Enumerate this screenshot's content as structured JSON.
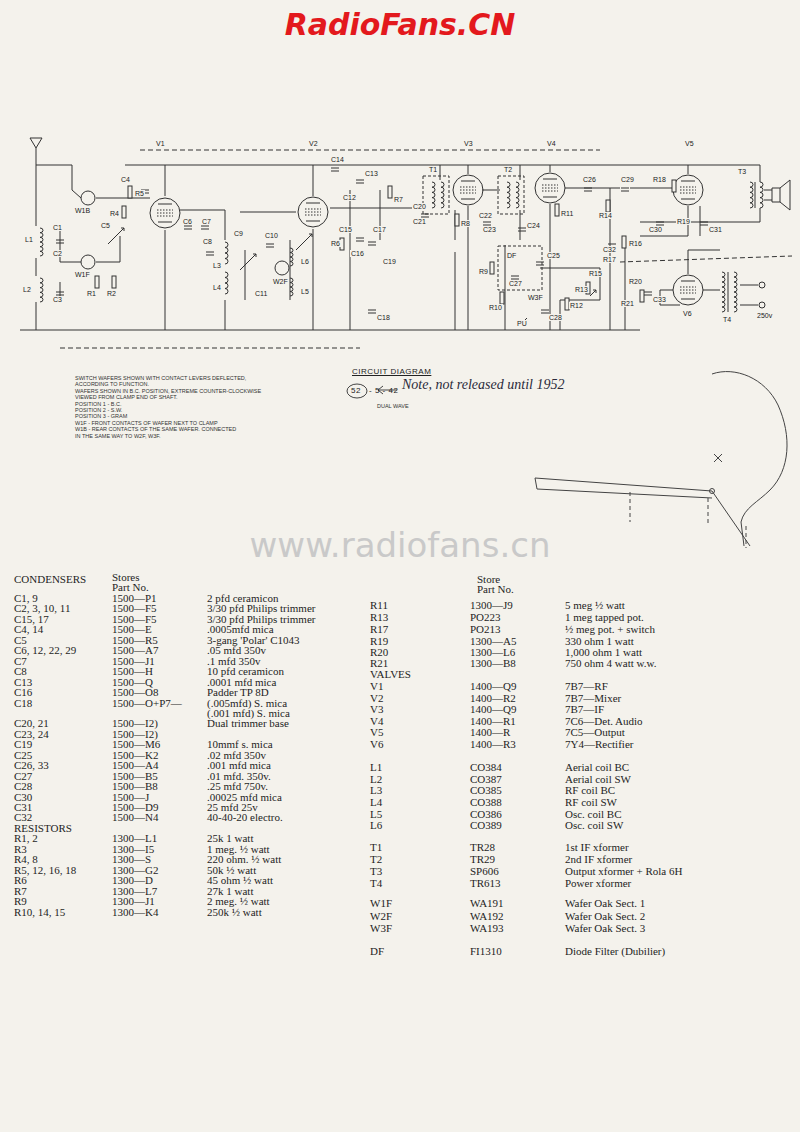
{
  "diagram": {
    "labels": [
      "RadioFans.CN",
      "www.radiofans.cn",
      "V1",
      "V2",
      "V3",
      "V4",
      "V5",
      "V6",
      "W1B",
      "W1F",
      "L1",
      "L2",
      "C1",
      "C2",
      "C3",
      "R1",
      "R2",
      "C4",
      "R5",
      "R4",
      "C5",
      "C6",
      "C7",
      "C8",
      "L3",
      "L4",
      "C9",
      "C10",
      "W2F",
      "C11",
      "L5",
      "L6",
      "C12",
      "C13",
      "C14",
      "C15",
      "C16",
      "C17",
      "C18",
      "R6",
      "R7",
      "C19",
      "R8",
      "T1",
      "C20",
      "C21",
      "C22",
      "T2",
      "C23",
      "C24",
      "R9",
      "DF",
      "C25",
      "C27",
      "W3F",
      "R10",
      "PU",
      "C28",
      "R12",
      "R11",
      "C26",
      "R13",
      "R14",
      "C29",
      "R18",
      "C30",
      "R19",
      "C31",
      "T3",
      "C32",
      "R15",
      "R16",
      "R17",
      "R20",
      "C33",
      "R21",
      "T4",
      "250v",
      "SWITCH WAFERS SHOWN WITH CONTACT LEVERS DEFLECTED,",
      "ACCORDING TO FUNCTION.",
      "WAFERS SHOWN IN B.C. POSITION, EXTREME COUNTER-CLOCKWISE",
      "VIEWED FROM CLAMP END OF SHAFT.",
      "POSITION 1 - B.C.",
      "POSITION 2 - S.W.",
      "POSITION 3 - GRAM",
      "W1F - FRONT CONTACTS OF WAFER NEXT TO CLAMP",
      "W1B - REAR CONTACTS OF THE SAME WAFER. CONNECTED",
      "IN THE SAME WAY TO W2F, W3F.",
      "CIRCUIT DIAGRAM",
      "52",
      "- 5 - 42",
      "Note, not released until 1952",
      "DUAL WAVE",
      "CONDENSERS",
      "Stores",
      "Part No.",
      "C1, 9",
      "1500—P1",
      "2 pfd ceramicon",
      "C2, 3, 10, 11",
      "1500—F5",
      "3/30 pfd Philips trimmer",
      "C15, 17",
      "1500—F5",
      "3/30 pfd Philips trimmer",
      "C4, 14",
      "1500—E",
      ".0005mfd mica",
      "C5",
      "1500—R5",
      "3-gang 'Polar' C1043",
      "C6, 12, 22, 29",
      "1500—A7",
      ".05 mfd 350v",
      "C7",
      "1500—J1",
      ".1 mfd 350v",
      "C8",
      "1500—H",
      "10 pfd ceramicon",
      "C13",
      "1500—Q",
      ".0001 mfd mica",
      "C16",
      "1500—O8",
      "Padder TP 8D",
      "C18",
      "1500—O+P7—",
      "(.005mfd) S. mica",
      "(.001 mfd) S. mica",
      "C20, 21",
      "1500—I2)",
      "Dual trimmer base",
      "C23, 24",
      "1500—I2)",
      "C19",
      "1500—M6",
      "10mmf s. mica",
      "C25",
      "1500—K2",
      ".02 mfd 350v",
      "C26, 33",
      "1500—A4",
      ".001 mfd mica",
      "C27",
      "1500—B5",
      ".01 mfd. 350v.",
      "C28",
      "1500—B8",
      ".25 mfd 750v.",
      "C30",
      "1500—J",
      ".00025 mfd mica",
      "C31",
      "1500—D9",
      "25 mfd 25v",
      "C32",
      "1500—N4",
      "40-40-20 electro.",
      "RESISTORS",
      "R1, 2",
      "1300—L1",
      "25k 1 watt",
      "R3",
      "1300—I5",
      "1 meg. ½ watt",
      "R4, 8",
      "1300—S",
      "220 ohm. ½ watt",
      "R5, 12, 16, 18",
      "1300—G2",
      "50k ½ watt",
      "R6",
      "1300—D",
      "45 ohm ½ watt",
      "R7",
      "1300—L7",
      "27k 1 watt",
      "R9",
      "1300—J1",
      "2 meg. ½ watt",
      "R10, 14, 15",
      "1300—K4",
      "250k ½ watt",
      "Store",
      "Part No.",
      "R11",
      "1300—J9",
      "5 meg ½ watt",
      "R13",
      "PO223",
      "1 meg tapped pot.",
      "R17",
      "PO213",
      "½ meg pot. + switch",
      "R19",
      "1300—A5",
      "330 ohm 1 watt",
      "R20",
      "1300—L6",
      "1,000 ohm 1 watt",
      "R21",
      "1300—B8",
      "750 ohm 4 watt w.w.",
      "VALVES",
      "V1",
      "1400—Q9",
      "7B7—RF",
      "V2",
      "1400—R2",
      "7B7—Mixer",
      "V3",
      "1400—Q9",
      "7B7—IF",
      "V4",
      "1400—R1",
      "7C6—Det. Audio",
      "V5",
      "1400—R",
      "7C5—Output",
      "V6",
      "1400—R3",
      "7Y4—Rectifier",
      "L1",
      "CO384",
      "Aerial coil BC",
      "L2",
      "CO387",
      "Aerial coil SW",
      "L3",
      "CO385",
      "RF coil BC",
      "L4",
      "CO388",
      "RF coil SW",
      "L5",
      "CO386",
      "Osc. coil BC",
      "L6",
      "CO389",
      "Osc. coil SW",
      "T1",
      "TR28",
      "1st IF xformer",
      "T2",
      "TR29",
      "2nd IF xformer",
      "T3",
      "SP606",
      "Output xformer + Rola 6H",
      "T4",
      "TR613",
      "Power xformer",
      "W1F",
      "WA191",
      "Wafer Oak Sect. 1",
      "W2F",
      "WA192",
      "Wafer Oak Sect. 2",
      "W3F",
      "WA193",
      "Wafer Oak Sect. 3",
      "DF",
      "FI1310",
      "Diode Filter (Dubilier)"
    ]
  }
}
